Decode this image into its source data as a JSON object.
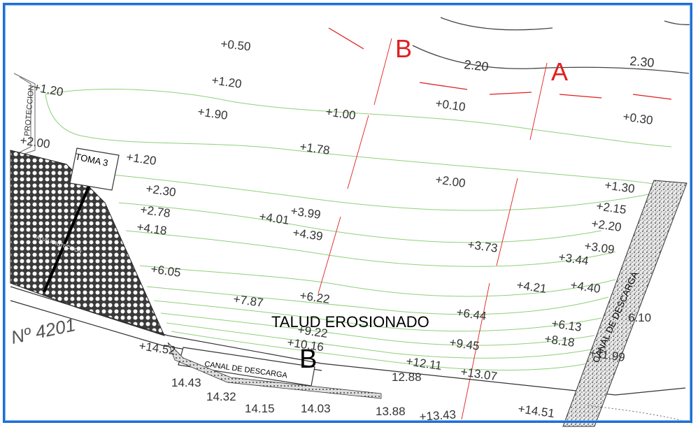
{
  "section_labels": {
    "b_top": "B",
    "a_top": "A",
    "b_bottom": "B"
  },
  "structures": {
    "toma": "TOMA 3",
    "proteccion_left": "PROTECCION",
    "talud_proteccion": "TALUD PROTECCION",
    "canal_bottom": "CANAL DE DESCARGA",
    "canal_right": "CANAL DE DESCARGA",
    "talud_erosionado": "TALUD EROSIONADO",
    "lote": "Nº 4201"
  },
  "contours": {
    "c1": "2.20",
    "c2": "2.30"
  },
  "elevations": {
    "e1": "+0.50",
    "e2": "+1.20",
    "e3": "+1.20",
    "e4": "+1.90",
    "e5": "+1.00",
    "e6": "+0.10",
    "e7": "+0.30",
    "e8": "+2.00",
    "e9": "+1.20",
    "e10": "+1.78",
    "e11": "+2.00",
    "e12": "+2.30",
    "e13": "+2.78",
    "e14": "+4.18",
    "e15": "+4.01",
    "e16": "+3.99",
    "e17": "+4.39",
    "e18": "+3.73",
    "e19": "+1.30",
    "e20": "+2.15",
    "e21": "+2.20",
    "e22": "+3.09",
    "e23": "+3.44",
    "e24": "+6.05",
    "e25": "+7.87",
    "e26": "+6.22",
    "e27": "+4.21",
    "e28": "+4.40",
    "e29": "+6.44",
    "e30": "+6.13",
    "e31": "6.10",
    "e32": "+9.22",
    "e33": "+9.45",
    "e34": "+8.18",
    "e35": "+10.16",
    "e36": "+14.52",
    "e37": "+12.11",
    "e38": "+13.07",
    "e39": "+11.99",
    "e40": "+13.43",
    "e41": "+14.51"
  },
  "spot_values": {
    "s1": "14.43",
    "s2": "14.32",
    "s3": "14.15",
    "s4": "14.03",
    "s5": "12.88",
    "s6": "13.88"
  },
  "colors": {
    "contour_green": "#8fcf7a",
    "section_red": "#e02020",
    "frame_blue": "#1f6fd6",
    "text_gray": "#333333"
  }
}
